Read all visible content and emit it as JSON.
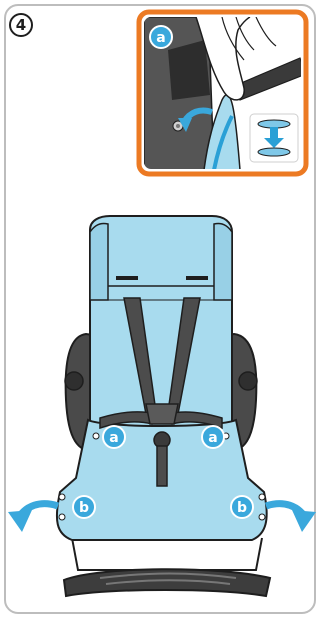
{
  "step": {
    "number": "4"
  },
  "callouts": {
    "a": "a",
    "b": "b"
  },
  "colors": {
    "accent_orange": "#ec7a23",
    "fabric_blue": "#a8dbee",
    "callout_blue": "#3aa8dc",
    "shell_dark": "#4c4c4c",
    "outline": "#1e1e1e",
    "border_grey": "#bdbdbd"
  },
  "icons": [
    "arrow-down-icon",
    "curved-arrow-left-icon",
    "curved-arrow-right-icon",
    "pull-arrow-icon"
  ]
}
